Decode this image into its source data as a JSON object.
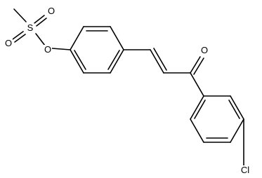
{
  "molecule": {
    "atoms": {
      "sulfur": "S",
      "sulfonyl_oxygen_left": "O",
      "sulfonyl_oxygen_right": "O",
      "ester_oxygen": "O",
      "carbonyl_oxygen": "O",
      "chlorine": "Cl"
    }
  },
  "colors": {
    "bond": "#000000",
    "label": "#000000",
    "background": "#ffffff"
  }
}
